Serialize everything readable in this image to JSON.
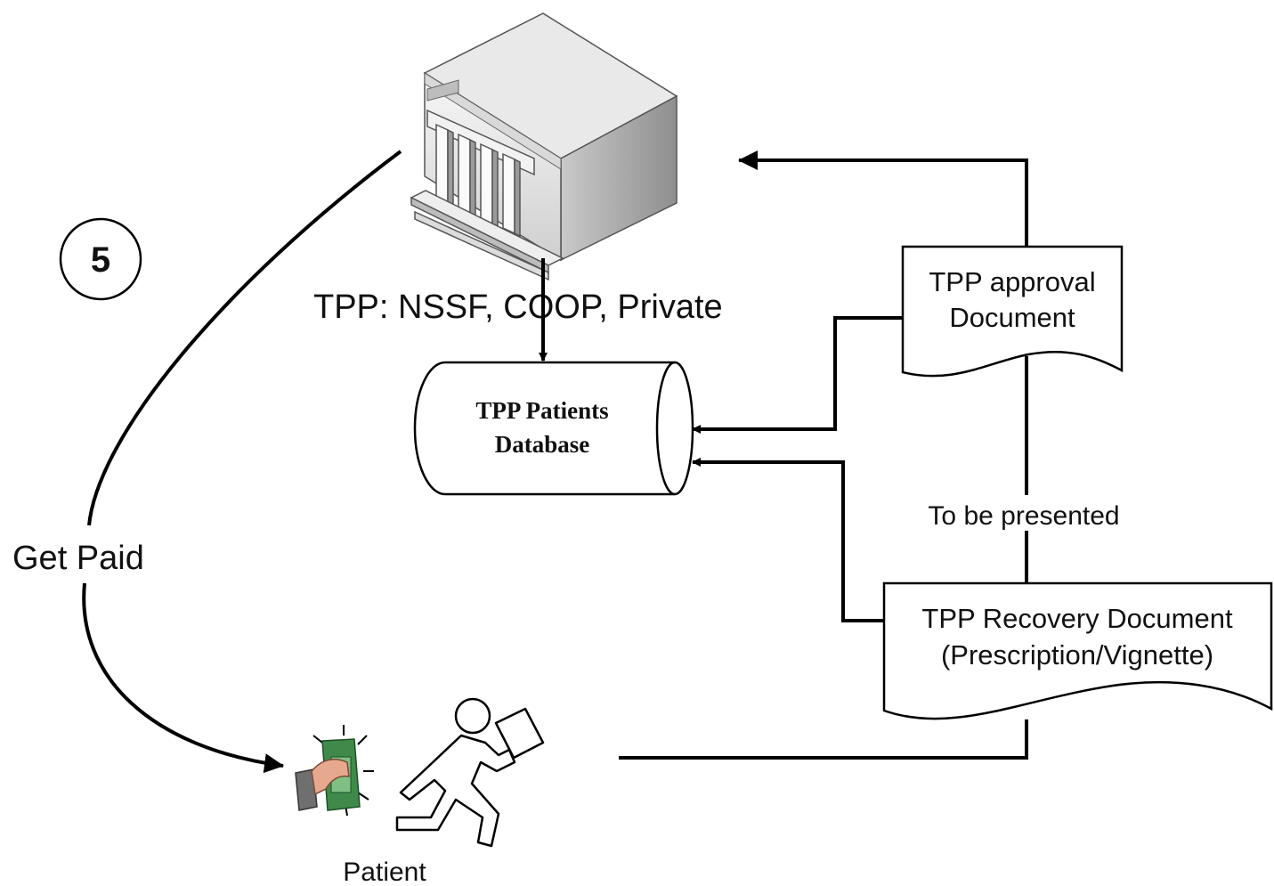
{
  "step": {
    "number": "5"
  },
  "tpp": {
    "label": "TPP: NSSF, COOP, Private"
  },
  "database": {
    "line1": "TPP Patients",
    "line2": "Database"
  },
  "approval_document": {
    "line1": "TPP approval",
    "line2": "Document"
  },
  "recovery_document": {
    "line1": "TPP Recovery Document",
    "line2": "(Prescription/Vignette)"
  },
  "edges": {
    "get_paid": "Get Paid",
    "to_be_presented": "To be presented"
  },
  "patient": {
    "label": "Patient"
  },
  "icons": {
    "building": "bank-building-icon",
    "money": "money-hand-icon",
    "person": "walking-person-icon"
  },
  "colors": {
    "line": "#000000",
    "text": "#111111",
    "building_light": "#f4f4f4",
    "building_mid": "#d6d6d6",
    "building_dark": "#9e9e9e",
    "money_green": "#3f8a4a"
  }
}
